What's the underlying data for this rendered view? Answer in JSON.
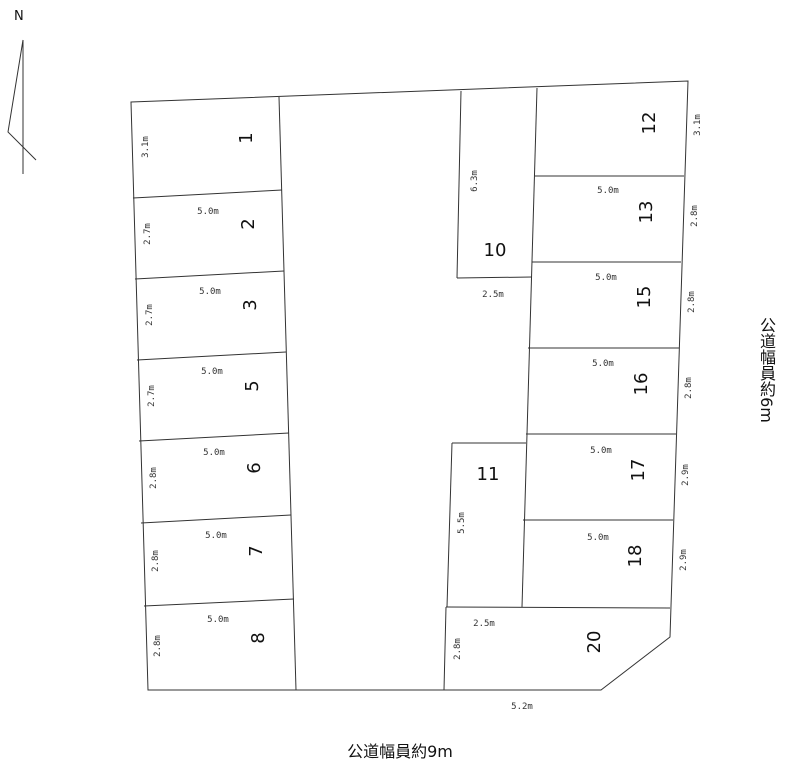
{
  "north_label": "N",
  "road_south": "公道幅員約9m",
  "road_east": "公道幅員約6m",
  "lots": {
    "l1": "1",
    "l2": "2",
    "l3": "3",
    "l5": "5",
    "l6": "6",
    "l7": "7",
    "l8": "8",
    "l10": "10",
    "l11": "11",
    "l12": "12",
    "l13": "13",
    "l15": "15",
    "l16": "16",
    "l17": "17",
    "l18": "18",
    "l20": "20"
  },
  "dims": {
    "d1_side": "3.1m",
    "d2_top": "5.0m",
    "d2_side": "2.7m",
    "d3_top": "5.0m",
    "d3_side": "2.7m",
    "d5_top": "5.0m",
    "d5_side": "2.7m",
    "d6_top": "5.0m",
    "d6_side": "2.8m",
    "d7_top": "5.0m",
    "d7_side": "2.8m",
    "d8_top": "5.0m",
    "d8_side": "2.8m",
    "d10_side": "6.3m",
    "d10_bottom": "2.5m",
    "d11_side": "5.5m",
    "d12_side": "3.1m",
    "d13_top": "5.0m",
    "d13_side": "2.8m",
    "d15_top": "5.0m",
    "d15_side": "2.8m",
    "d16_top": "5.0m",
    "d16_side": "2.8m",
    "d17_top": "5.0m",
    "d17_side": "2.9m",
    "d18_top": "5.0m",
    "d18_side": "2.9m",
    "d20_top": "2.5m",
    "d20_side": "2.8m",
    "d20_bottom": "5.2m"
  }
}
